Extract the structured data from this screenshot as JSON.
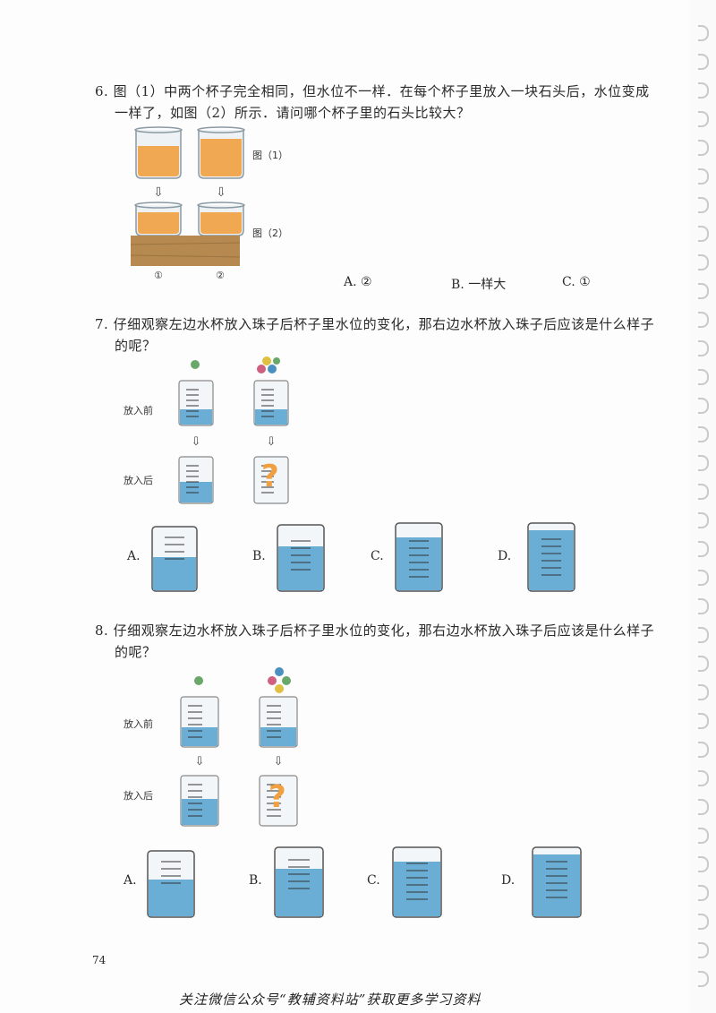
{
  "q6": {
    "text_line1": "6. 图（1）中两个杯子完全相同，但水位不一样．在每个杯子里放入一块石头后，水位变成",
    "text_line2": "一样了，如图（2）所示．请问哪个杯子里的石头比较大？",
    "fig1_label": "图（1）",
    "fig2_label": "图（2）",
    "cup1_label": "①",
    "cup2_label": "②",
    "options": [
      "A. ②",
      "B. 一样大",
      "C. ①"
    ]
  },
  "q7": {
    "text_line1": "7. 仔细观察左边水杯放入珠子后杯子里水位的变化，那右边水杯放入珠子后应该是什么样子",
    "text_line2": "的呢？",
    "before_label": "放入前",
    "after_label": "放入后",
    "question_mark": "?",
    "options": [
      "A.",
      "B.",
      "C.",
      "D."
    ],
    "arrow": "⇩"
  },
  "q8": {
    "text_line1": "8. 仔细观察左边水杯放入珠子后杯子里水位的变化，那右边水杯放入珠子后应该是什么样子",
    "text_line2": "的呢？",
    "before_label": "放入前",
    "after_label": "放入后",
    "question_mark": "?",
    "options": [
      "A.",
      "B.",
      "C.",
      "D."
    ],
    "arrow": "⇩"
  },
  "page_number": "74",
  "footer": "关注微信公众号“教辅资料站”获取更多学习资料",
  "colors": {
    "water": "#6aaed6",
    "orange": "#f0a040",
    "wood": "#b5894f"
  }
}
